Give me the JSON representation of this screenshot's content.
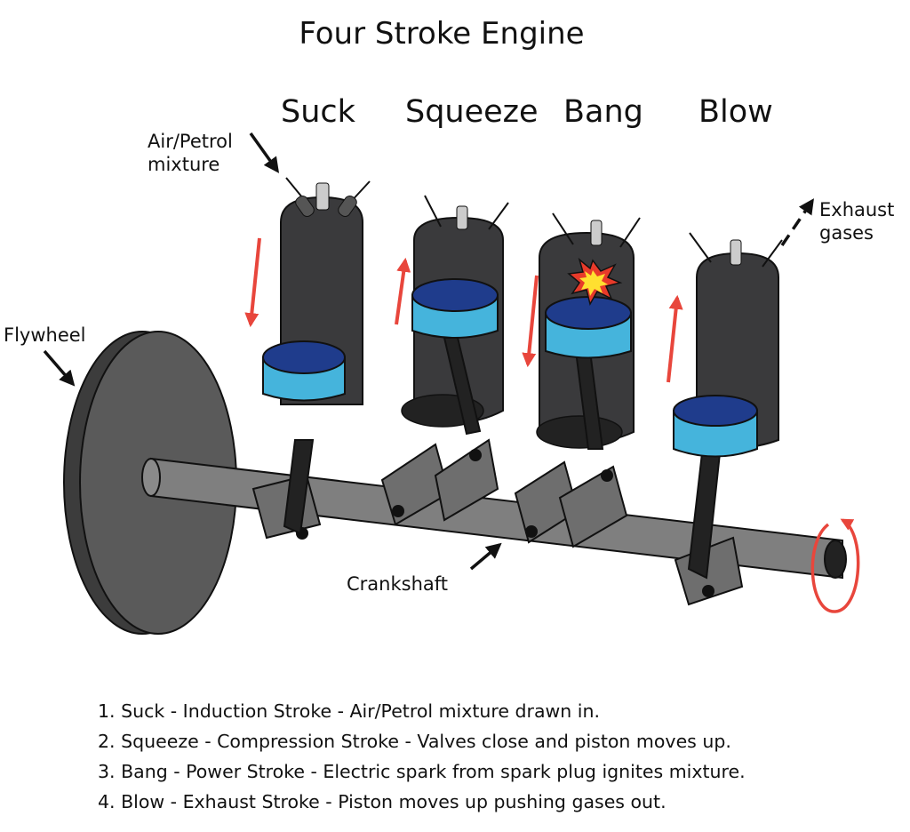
{
  "title": "Four Stroke Engine",
  "strokes": [
    {
      "label": "Suck"
    },
    {
      "label": "Squeeze"
    },
    {
      "label": "Bang"
    },
    {
      "label": "Blow"
    }
  ],
  "callouts": {
    "air_petrol": [
      "Air/Petrol",
      "mixture"
    ],
    "exhaust": [
      "Exhaust",
      "gases"
    ],
    "flywheel": "Flywheel",
    "crankshaft": "Crankshaft"
  },
  "legend": [
    "1. Suck - Induction Stroke  -  Air/Petrol mixture drawn in.",
    "2. Squeeze - Compression Stroke  -  Valves close and piston moves up.",
    "3. Bang - Power Stroke  -  Electric spark from spark plug ignites mixture.",
    "4. Blow - Exhaust Stroke  -  Piston moves up pushing gases out."
  ],
  "colors": {
    "cylinder": "#3a3a3c",
    "piston_side": "#45b4dc",
    "piston_top": "#1f3c8c",
    "shaft": "#808080",
    "flywheel": "#555555",
    "arrow_red": "#e8463c",
    "spark_red": "#e83a2a",
    "spark_yellow": "#ffe030"
  }
}
